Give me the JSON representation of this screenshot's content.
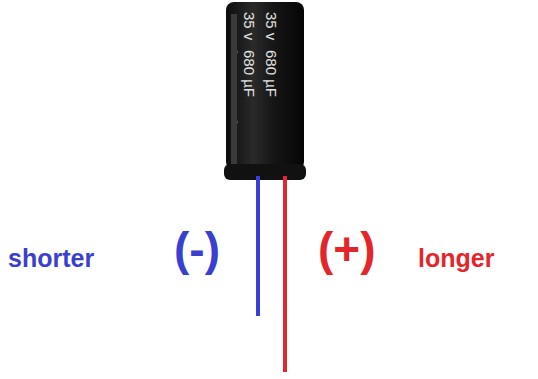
{
  "diagram": {
    "labels": [
      "shorter",
      "(-)",
      "(+)",
      "longer",
      "35 v",
      "680 µF",
      "35 v",
      "680 µF"
    ]
  }
}
